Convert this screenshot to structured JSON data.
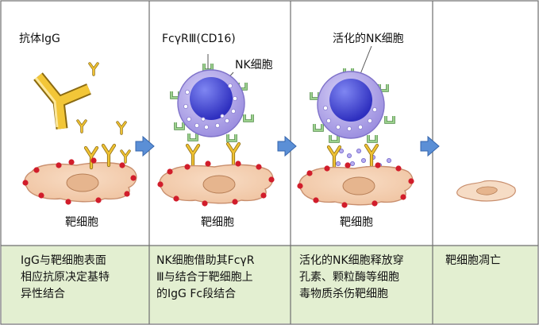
{
  "panels": [
    {
      "labels": {
        "antibody": "抗体IgG",
        "target_cell": "靶细胞"
      },
      "caption": "IgG与靶细胞表面\n相应抗原决定基特\n异性结合"
    },
    {
      "labels": {
        "receptor": "FcγRⅢ(CD16)",
        "nk_cell": "NK细胞",
        "target_cell": "靶细胞"
      },
      "caption": "NK细胞借助其FcγR\nⅢ与结合于靶细胞上\n的IgG Fc段结合"
    },
    {
      "labels": {
        "activated_nk": "活化的NK细胞",
        "target_cell": "靶细胞"
      },
      "caption": "活化的NK细胞释放穿\n孔素、颗粒酶等细胞\n毒物质杀伤靶细胞"
    },
    {
      "labels": {},
      "caption": "靶细胞凋亡"
    }
  ],
  "colors": {
    "caption_bg": "#e3efd1",
    "border": "#6f6f6f",
    "target_cell_fill": "#f3cfb2",
    "target_cell_stroke": "#c98f6e",
    "nucleus_fill": "#e6b58e",
    "antigen_dot": "#d11d2b",
    "antibody": "#efc233",
    "antibody_stroke": "#8a6a12",
    "nk_cell_fill": "#a99ee6",
    "nk_nucleus": "#3d3fcf",
    "receptor": "#79b06e",
    "arrow": "#4a7fc7"
  }
}
